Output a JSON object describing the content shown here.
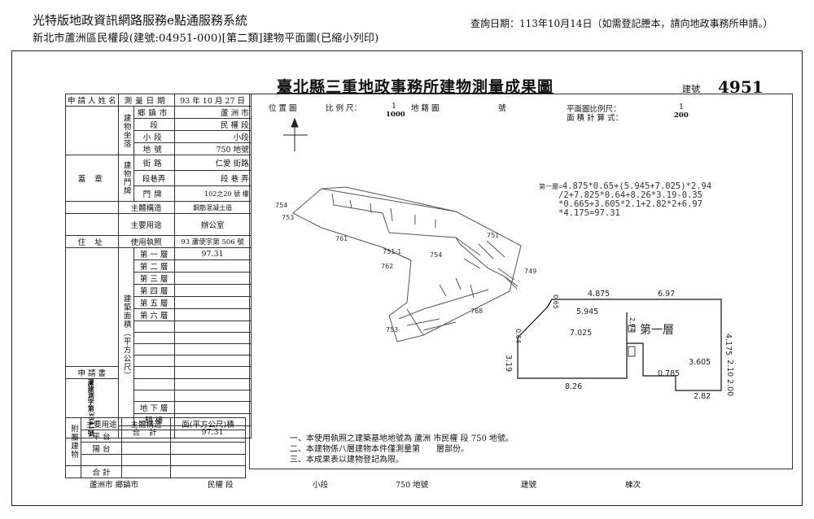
{
  "header": {
    "system_title": "光特版地政資訊網路服務e點通服務系統",
    "subtitle": "新北市蘆洲區民權段(建號:04951-000)[第二類]建物平面圖(已縮小列印)",
    "query_date": "查詢日期：113年10月14日（如需登記謄本，請向地政事務所申請。）"
  },
  "document": {
    "title": "臺北縣三重地政事務所建物測量成果圖",
    "building_label": "建號",
    "building_number": "4951"
  },
  "form": {
    "applicant_name": "申 請 人\n姓 名",
    "survey_date_label": "測量日期",
    "survey_date": "93 年 10 月 27 日",
    "seat_label": "建物坐落",
    "township_label": "鄉鎮市",
    "township": "蘆 洲 市",
    "section_label": "段",
    "section": "民 權 段",
    "subsection_label": "小段",
    "subsection": "小段",
    "landno_label": "地號",
    "landno": "750 地號",
    "doorplate_label": "建物門牌",
    "street_label": "街路",
    "street": "仁愛 街路",
    "lane_label": "段巷弄",
    "lane": "段 巷 弄",
    "door_label": "門牌",
    "door": "102之20 號 樓",
    "seal_label": "蓋 章",
    "structure_label": "主體構造",
    "structure": "鋼筋混凝土造",
    "usage_label": "主要用途",
    "usage": "辦公室",
    "address_label": "住 址",
    "permit_label": "使用執照",
    "permit": "93 蘆使字第 506 號",
    "area_label": "建築面積（平方公尺）",
    "floors": [
      {
        "name": "第 一 層",
        "area": "97.31"
      },
      {
        "name": "第 二 層",
        "area": ""
      },
      {
        "name": "第 三 層",
        "area": ""
      },
      {
        "name": "第 四 層",
        "area": ""
      },
      {
        "name": "第 五 層",
        "area": ""
      },
      {
        "name": "第 六 層",
        "area": ""
      }
    ],
    "basement_label": "地 下 層",
    "rooftop_label": "騎 樓",
    "total_label": "合 計",
    "total": "97.31",
    "app_book_label": "申 請 書",
    "app_book": "蘆建測字第3341號 93年10月21日",
    "annex_label": "附屬建物",
    "annex_use_label": "主要用途",
    "annex_struct_label": "主體構造",
    "annex_area_label": "面(平方公尺)積",
    "annex_items": [
      "平 台",
      "陽 台",
      ""
    ],
    "annex_total_label": "合 計"
  },
  "plan_header": {
    "position_map": "位 置 圖",
    "scale_label": "比 例 尺：",
    "scale_value": "1",
    "scale_denom": "1000",
    "land_map": "地 籍 圖",
    "sheet_label": "號",
    "plan_scale_label": "平面圖比例尺：",
    "plan_scale_value": "1",
    "area_calc_label": "面 積 計 算 式：",
    "plan_scale_denom": "200"
  },
  "formula": {
    "prefix": "第一層=",
    "lines": [
      "4.875*0.65+(5.945+7.025)*2.94",
      "/2+7.825*0.64+8.26*3.19-0.35",
      "*0.665+3.605*2.1+2.82*2+6.97",
      "*4.175=97.31"
    ]
  },
  "site_labels": [
    "754",
    "753",
    "761",
    "751",
    "751-1",
    "754",
    "762",
    "749",
    "768",
    "753"
  ],
  "floor_plan": {
    "floor_name": "第一層",
    "dims": [
      "4.875",
      "6.97",
      "5.945",
      "7.025",
      "4.175",
      "3.605",
      "0.785",
      "8.26",
      "2.82",
      "3.19",
      "2.10",
      "2.00",
      "0.65",
      "0.64",
      "2.94"
    ]
  },
  "notes": [
    "一、本使用執照之建築基地地號為 蘆洲 市民權 段 750 地號。",
    "二、本建物係八層建物本件僅測量第　　層部份。",
    "三、本成果表以建物登記為限。"
  ],
  "footer": {
    "township": "蘆洲市 鄉鎮市",
    "section": "民權 段",
    "subsection": "小段",
    "landno": "750 地號",
    "building": "建號",
    "order": "棟次"
  }
}
